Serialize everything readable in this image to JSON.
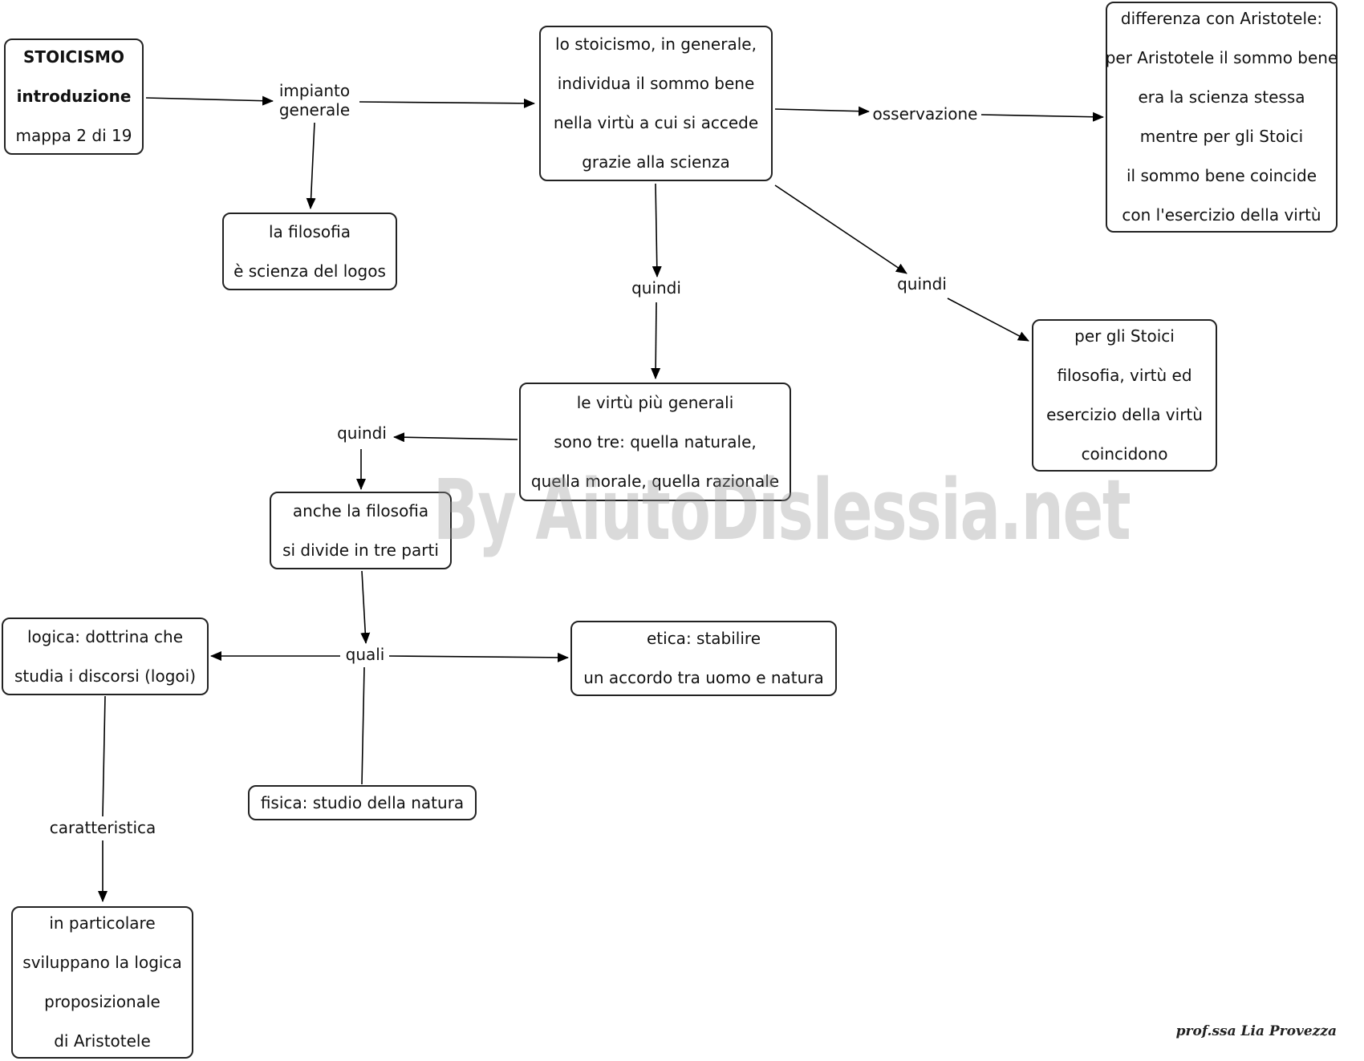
{
  "map": {
    "title_node": {
      "lines": [
        "STOICISMO",
        "introduzione",
        "mappa 2 di 19"
      ]
    },
    "nodes": {
      "filosofia_logos": [
        "la filosofia",
        "è scienza del logos"
      ],
      "stoicismo_generale": [
        "lo stoicismo, in generale,",
        "individua il sommo bene",
        "nella virtù a cui si accede",
        "grazie alla scienza"
      ],
      "differenza_aristotele": [
        "differenza con Aristotele:",
        "per Aristotele il sommo bene",
        "era la scienza stessa",
        "mentre per gli Stoici",
        "il sommo bene coincide",
        "con l'esercizio della virtù"
      ],
      "stoici_coincidono": [
        "per gli Stoici",
        "filosofia, virtù ed",
        "esercizio della virtù",
        "coincidono"
      ],
      "virtu_generali": [
        "le virtù più generali",
        "sono tre: quella naturale,",
        "quella morale, quella razionale"
      ],
      "filosofia_tre_parti": [
        "anche la filosofia",
        "si divide in tre parti"
      ],
      "logica": [
        "logica: dottrina che",
        "studia i discorsi (logoi)"
      ],
      "etica": [
        "etica: stabilire",
        "un accordo tra uomo e natura"
      ],
      "fisica": [
        "fisica: studio della natura"
      ],
      "logica_proposizionale": [
        "in particolare",
        "sviluppano la logica",
        "proposizionale",
        "di Aristotele"
      ]
    },
    "links": {
      "impianto": [
        "impianto",
        "generale"
      ],
      "osservazione": "osservazione",
      "quindi_1": "quindi",
      "quindi_2": "quindi",
      "quindi_3": "quindi",
      "quali": "quali",
      "caratteristica": "caratteristica"
    }
  },
  "watermark": "By AiutoDislessia.net",
  "signature": "prof.ssa Lia Provezza",
  "colors": {
    "line": "#000000",
    "border": "#222222",
    "background": "#ffffff",
    "watermark": "#969696"
  }
}
